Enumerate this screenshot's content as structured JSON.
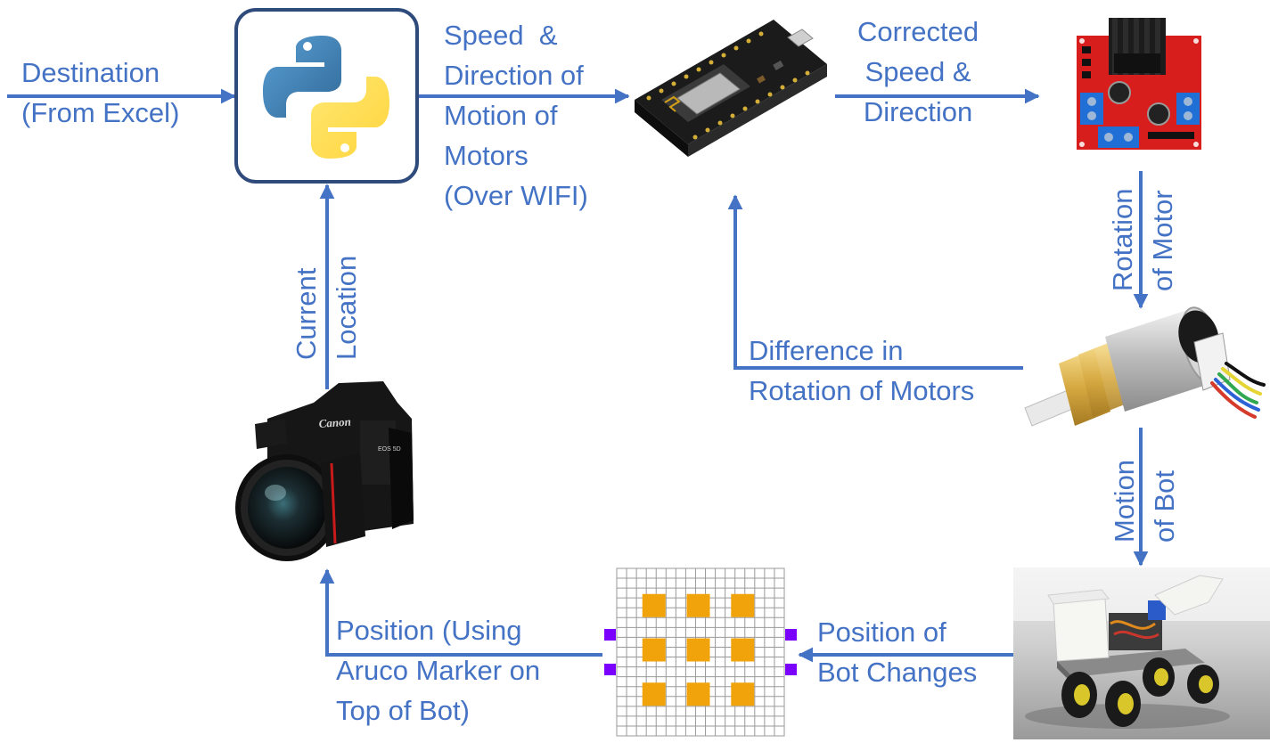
{
  "labels": {
    "destination": [
      "Destination",
      "(From Excel)"
    ],
    "speed_direction": [
      "Speed  &",
      "Direction of",
      "Motion of",
      "Motors",
      "(Over WIFI)"
    ],
    "corrected": [
      "Corrected",
      "Speed &",
      "Direction"
    ],
    "rotation_of_motor": [
      "Rotation",
      "of Motor"
    ],
    "difference": [
      "Difference in",
      "Rotation of Motors"
    ],
    "motion_of_bot": [
      "Motion",
      "of Bot"
    ],
    "position_changes": [
      "Position of",
      "Bot Changes"
    ],
    "position_aruco": [
      "Position (Using",
      "Aruco Marker on",
      "Top of Bot)"
    ],
    "current_location": [
      "Current",
      "Location"
    ]
  },
  "camera_brand": "Canon",
  "camera_model": "EOS 5D",
  "colors": {
    "text": "#4472c4",
    "arrow": "#4472c4",
    "python_blue": "#366fa0",
    "python_yellow": "#ffd43b",
    "marker_orange": "#f0a30a",
    "marker_purple": "#7a00ff",
    "driver_red": "#d81d1d",
    "terminal_blue": "#1f6fd6"
  },
  "icons": [
    "python-logo-icon",
    "esp8266-board-icon",
    "motor-driver-icon",
    "gear-motor-icon",
    "robot-car-photo",
    "aruco-marker-grid-icon",
    "camera-icon"
  ]
}
